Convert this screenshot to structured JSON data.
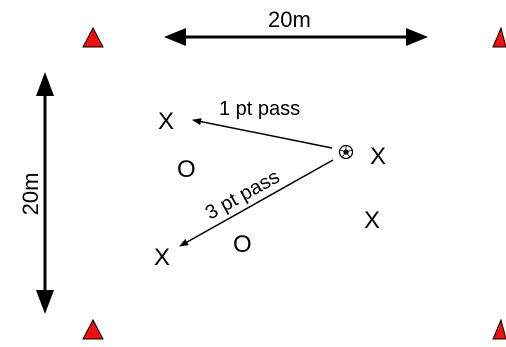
{
  "dimensions": {
    "horizontal_label": "20m",
    "vertical_label": "20m"
  },
  "passes": {
    "one_point_label": "1 pt pass",
    "three_point_label": "3 pt pass"
  },
  "players": {
    "attacker_symbol": "X",
    "defender_symbol": "O"
  },
  "cones": {
    "count": 4,
    "icon": "cone-icon",
    "color": "#ee1111"
  },
  "ball": {
    "icon": "soccer-ball-icon"
  }
}
